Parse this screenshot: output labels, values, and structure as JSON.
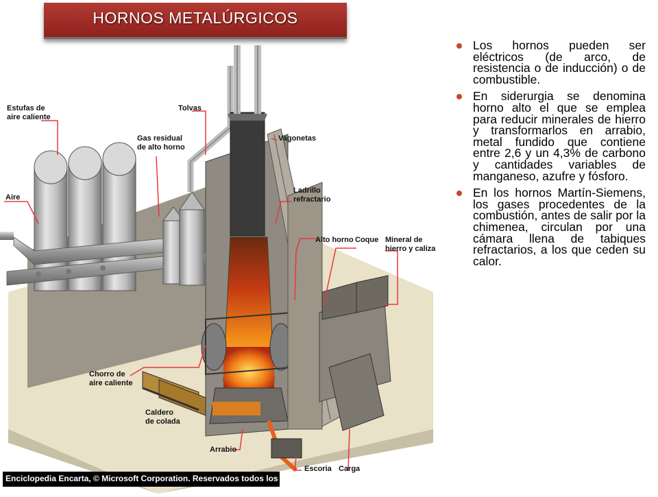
{
  "title": "HORNOS METALÚRGICOS",
  "illustration": {
    "labels": {
      "estufas": "Estufas de\naire caliente",
      "aire": "Aire",
      "tolvas": "Tolvas",
      "gas_residual": "Gas residual\nde alto horno",
      "vagonetas": "Vagonetas",
      "ladrillo": "Ladrillo\nrefractario",
      "alto_horno": "Alto horno",
      "coque": "Coque",
      "mineral": "Mineral de\nhierro y caliza",
      "chorro": "Chorro de\naire caliente",
      "caldero": "Caldero\nde colada",
      "arrabio": "Arrabio",
      "escoria": "Escoria",
      "carga": "Carga"
    },
    "credit": "Enciclopedia Encarta, © Microsoft Corporation. Reservados todos los derechos."
  },
  "bullets": [
    "Los hornos pueden ser eléctricos (de arco, de resistencia o de inducción) o de combustible.",
    "En siderurgia se denomina horno alto el que se emplea para reducir minerales de hierro y transformarlos en arrabio, metal fundido que contiene entre 2,6 y un 4,3% de carbono y cantidades variables de manganeso, azufre y fósforo.",
    "En los hornos Martín-Siemens, los gases procedentes de la combustión, antes de salir por la chimenea, circulan por una cámara llena de tabiques refractarios, a los que ceden su calor."
  ],
  "colors": {
    "banner": "#9e2a24",
    "bullet": "#c44a2a",
    "label_line": "#e8383a"
  }
}
